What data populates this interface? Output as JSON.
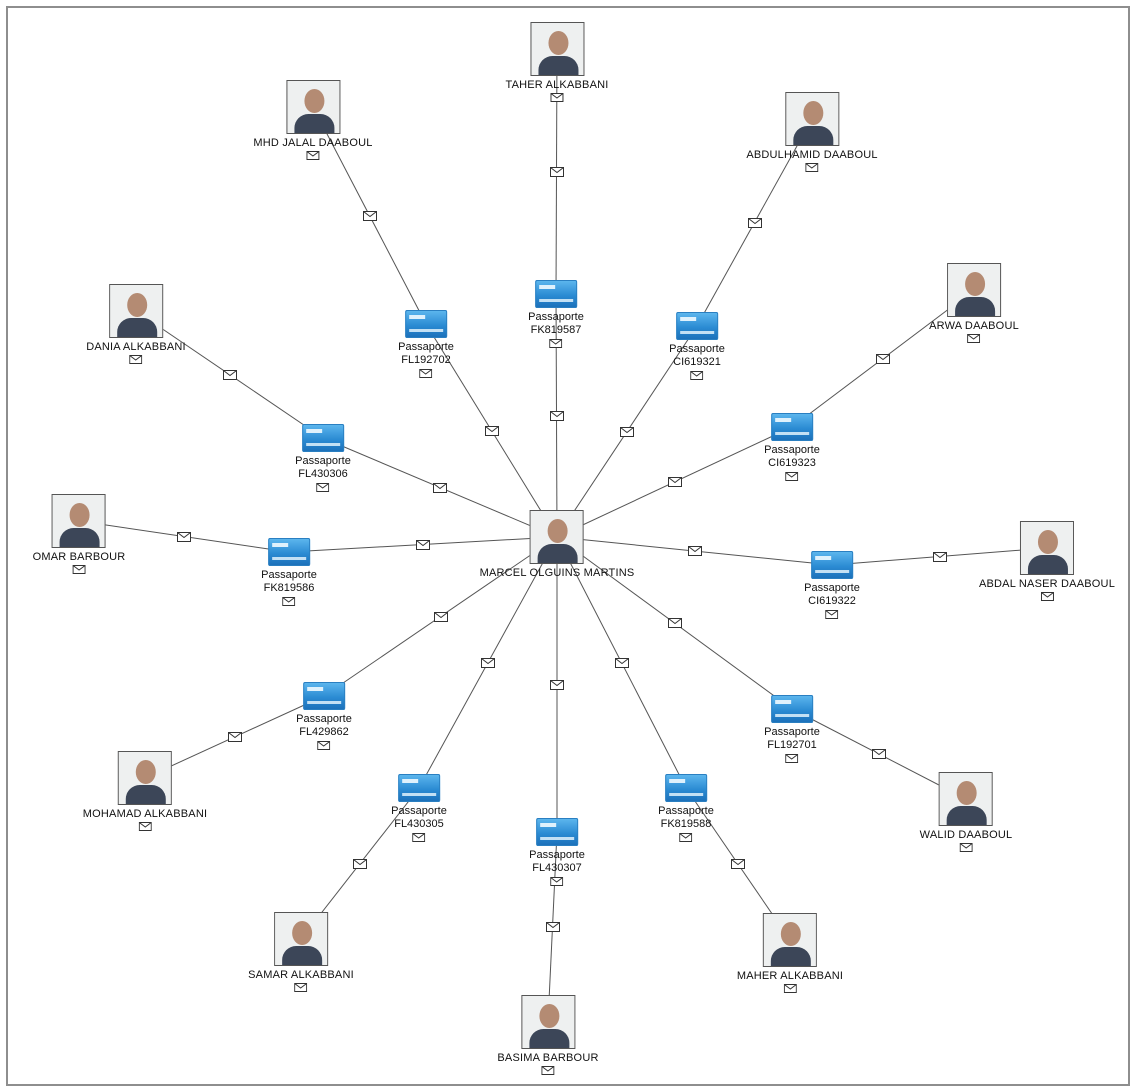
{
  "center": {
    "name": "MARCEL OLGUINS MARTINS",
    "icon": "person-photo"
  },
  "branches": [
    {
      "person": "TAHER ALKABBANI",
      "doc_type": "Passaporte",
      "doc_number": "FK819587"
    },
    {
      "person": "ABDULHAMID DAABOUL",
      "doc_type": "Passaporte",
      "doc_number": "CI619321"
    },
    {
      "person": "ARWA DAABOUL",
      "doc_type": "Passaporte",
      "doc_number": "CI619323"
    },
    {
      "person": "ABDAL NASER DAABOUL",
      "doc_type": "Passaporte",
      "doc_number": "CI619322"
    },
    {
      "person": "WALID DAABOUL",
      "doc_type": "Passaporte",
      "doc_number": "FL192701"
    },
    {
      "person": "MAHER ALKABBANI",
      "doc_type": "Passaporte",
      "doc_number": "FK819588"
    },
    {
      "person": "BASIMA BARBOUR",
      "doc_type": "Passaporte",
      "doc_number": "FL430307"
    },
    {
      "person": "SAMAR ALKABBANI",
      "doc_type": "Passaporte",
      "doc_number": "FL430305"
    },
    {
      "person": "MOHAMAD ALKABBANI",
      "doc_type": "Passaporte",
      "doc_number": "FL429862"
    },
    {
      "person": "OMAR BARBOUR",
      "doc_type": "Passaporte",
      "doc_number": "FK819586"
    },
    {
      "person": "DANIA ALKABBANI",
      "doc_type": "Passaporte",
      "doc_number": "FL430306"
    },
    {
      "person": "MHD JALAL DAABOUL",
      "doc_type": "Passaporte",
      "doc_number": "FL192702"
    }
  ],
  "icons": {
    "person": "person-photo-icon",
    "passport": "passport-card-icon",
    "link": "envelope-icon"
  },
  "colors": {
    "edge": "#555555",
    "passport_blue": "#2b8bd3",
    "frame": "#8e8e8e"
  }
}
